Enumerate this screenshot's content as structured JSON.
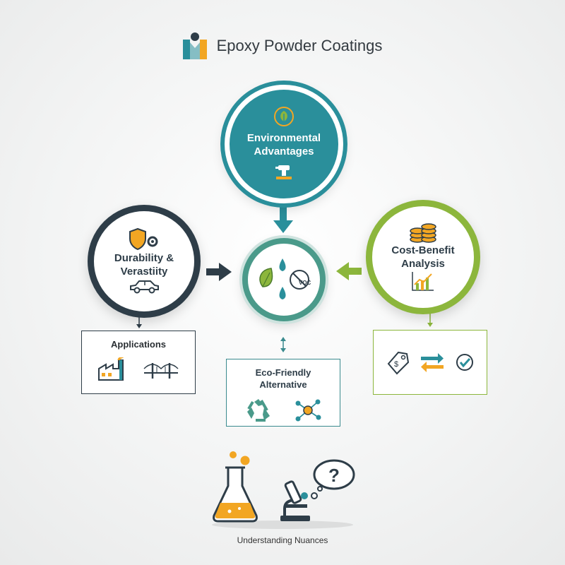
{
  "header": {
    "title": "Epoxy Powder Coatings",
    "logo_icon": "person-logo-icon"
  },
  "nodes": {
    "environmental": {
      "label": "Environmental\nAdvantages",
      "color": "#2a8f9b"
    },
    "durability": {
      "label": "Durability &\nVerastiity",
      "color": "#2e3d48"
    },
    "cost": {
      "label": "Cost-Benefit\nAnalysis",
      "color": "#8cb63c"
    },
    "center": {
      "badge": "VOC",
      "color": "#4a9a8a"
    }
  },
  "boxes": {
    "applications": {
      "title": "Applications"
    },
    "eco": {
      "title": "Eco-Friendly\nAlternative"
    },
    "cost": {
      "title": ""
    }
  },
  "footer": {
    "label": "Understanding Nuances"
  },
  "colors": {
    "teal": "#2a8f9b",
    "navy": "#2e3d48",
    "green": "#8cb63c",
    "orange": "#f2a623"
  }
}
